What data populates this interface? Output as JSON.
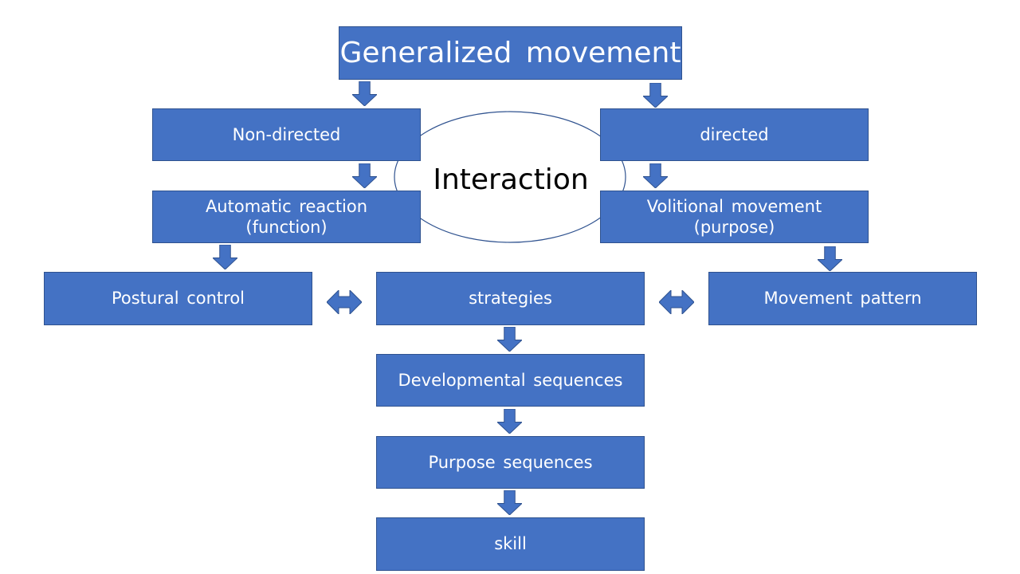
{
  "diagram": {
    "title": "Generalized movement",
    "interaction_label": "Interaction",
    "nodes": {
      "non_directed": "Non-directed",
      "directed": "directed",
      "automatic_reaction": "Automatic reaction\n(function)",
      "volitional_movement": "Volitional movement\n(purpose)",
      "postural_control": "Postural control",
      "strategies": "strategies",
      "movement_pattern": "Movement pattern",
      "developmental_sequences": "Developmental sequences",
      "purpose_sequences": "Purpose sequences",
      "skill": "skill"
    },
    "colors": {
      "box_fill": "#4472c4",
      "box_border": "#2f528f",
      "ellipse_stroke": "#2f528f"
    }
  }
}
